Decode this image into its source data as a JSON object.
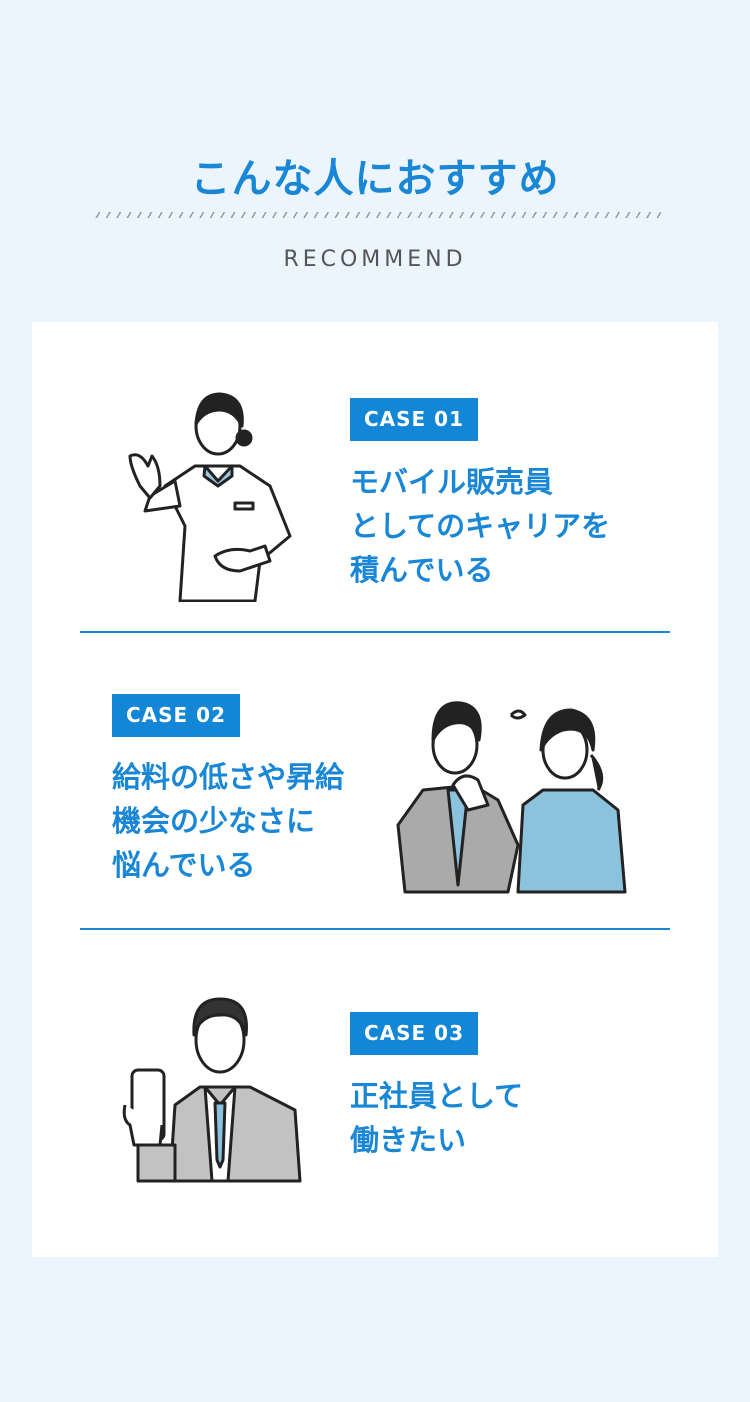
{
  "header": {
    "title": "こんな人におすすめ",
    "subtitle": "RECOMMEND"
  },
  "cases": [
    {
      "badge": "CASE 01",
      "lines": [
        "モバイル販売員",
        "としてのキャリアを",
        "積んでいる"
      ]
    },
    {
      "badge": "CASE 02",
      "lines": [
        "給料の低さや昇給",
        "機会の少なさに",
        "悩んでいる"
      ]
    },
    {
      "badge": "CASE 03",
      "lines": [
        "正社員として",
        "働きたい"
      ]
    }
  ],
  "colors": {
    "accent": "#1a87d6",
    "background": "#ecf5fd"
  }
}
